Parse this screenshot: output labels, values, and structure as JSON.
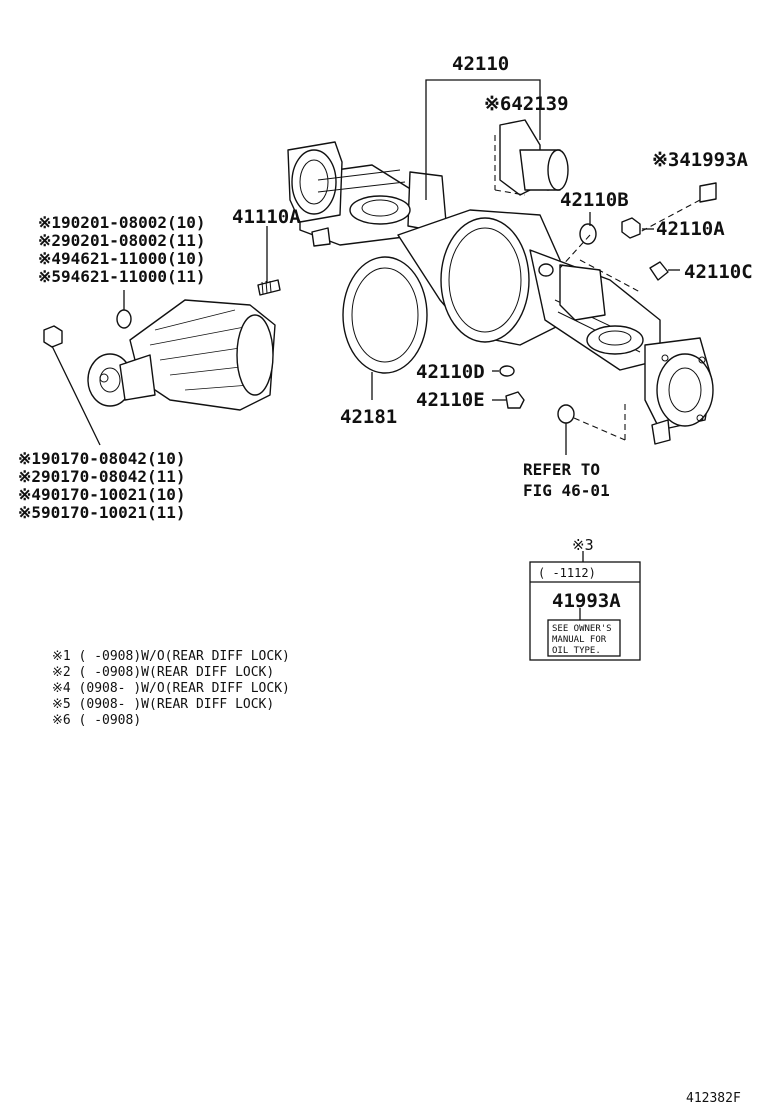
{
  "diagram": {
    "code": "412382F",
    "callouts": {
      "c_42110": "42110",
      "c_42139": "※642139",
      "c_41993A_top": "※341993A",
      "c_42110B": "42110B",
      "c_42110A": "42110A",
      "c_42110C": "42110C",
      "c_41110A": "41110A",
      "c_42110D": "42110D",
      "c_42110E": "42110E",
      "c_42181": "42181",
      "refer_line1": "REFER TO",
      "refer_line2": "FIG 46-01"
    },
    "gasket_list": [
      "※190201-08002(10)",
      "※290201-08002(11)",
      "※494621-11000(10)",
      "※594621-11000(11)"
    ],
    "nut_list": [
      "※190170-08042(10)",
      "※290170-08042(11)",
      "※490170-10021(10)",
      "※590170-10021(11)"
    ],
    "label_box": {
      "mark": "※3",
      "date_range": "(      -1112)",
      "part_no": "41993A",
      "text_line1": "SEE OWNER'S",
      "text_line2": "MANUAL FOR",
      "text_line3": "OIL TYPE."
    },
    "notes": [
      "※1 (      -0908)W/O(REAR DIFF LOCK)",
      "※2 (      -0908)W(REAR DIFF LOCK)",
      "※4 (0908-      )W/O(REAR DIFF LOCK)",
      "※5 (0908-      )W(REAR DIFF LOCK)",
      "※6 (      -0908)"
    ]
  }
}
